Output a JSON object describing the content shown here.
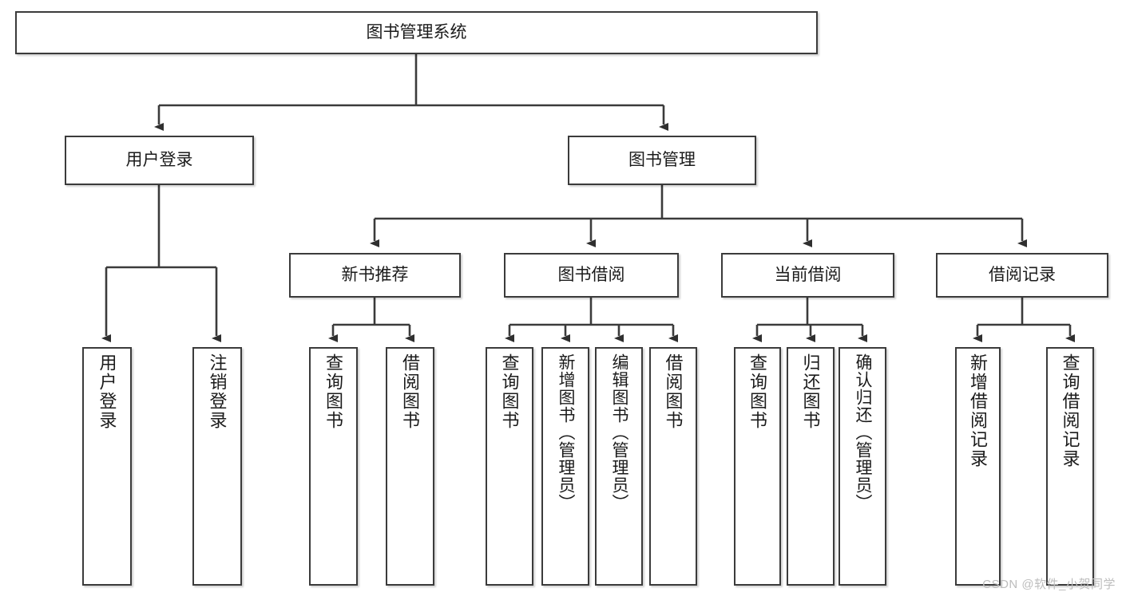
{
  "diagram": {
    "title": "图书管理系统",
    "type": "tree-hierarchy",
    "root": {
      "id": "root",
      "label": "图书管理系统"
    },
    "level2": [
      {
        "id": "user-login",
        "label": "用户登录"
      },
      {
        "id": "book-manage",
        "label": "图书管理"
      }
    ],
    "level3": [
      {
        "id": "new-book-recommend",
        "label": "新书推荐"
      },
      {
        "id": "book-borrow",
        "label": "图书借阅"
      },
      {
        "id": "current-borrow",
        "label": "当前借阅"
      },
      {
        "id": "borrow-record",
        "label": "借阅记录"
      }
    ],
    "leaves": {
      "user_login": [
        {
          "id": "leaf-user-login",
          "label": "用户登录"
        },
        {
          "id": "leaf-logout-login",
          "label": "注销登录"
        }
      ],
      "new_book_recommend": [
        {
          "id": "leaf-query-book-1",
          "label": "查询图书"
        },
        {
          "id": "leaf-borrow-book-1",
          "label": "借阅图书"
        }
      ],
      "book_borrow": [
        {
          "id": "leaf-query-book-2",
          "label": "查询图书"
        },
        {
          "id": "leaf-add-book",
          "label": "新增图书（管理员）"
        },
        {
          "id": "leaf-edit-book",
          "label": "编辑图书（管理员）"
        },
        {
          "id": "leaf-borrow-book-2",
          "label": "借阅图书"
        }
      ],
      "current_borrow": [
        {
          "id": "leaf-query-book-3",
          "label": "查询图书"
        },
        {
          "id": "leaf-return-book",
          "label": "归还图书"
        },
        {
          "id": "leaf-confirm-return",
          "label": "确认归还（管理员）"
        }
      ],
      "borrow_record": [
        {
          "id": "leaf-add-record",
          "label": "新增借阅记录"
        },
        {
          "id": "leaf-query-record",
          "label": "查询借阅记录"
        }
      ]
    },
    "colors": {
      "stroke": "#3b3b3b",
      "fill": "#ffffff",
      "text": "#1b1b1b",
      "watermark": "#bdbdbd"
    }
  },
  "watermark": {
    "text": "CSDN @软件_小贺同学"
  }
}
